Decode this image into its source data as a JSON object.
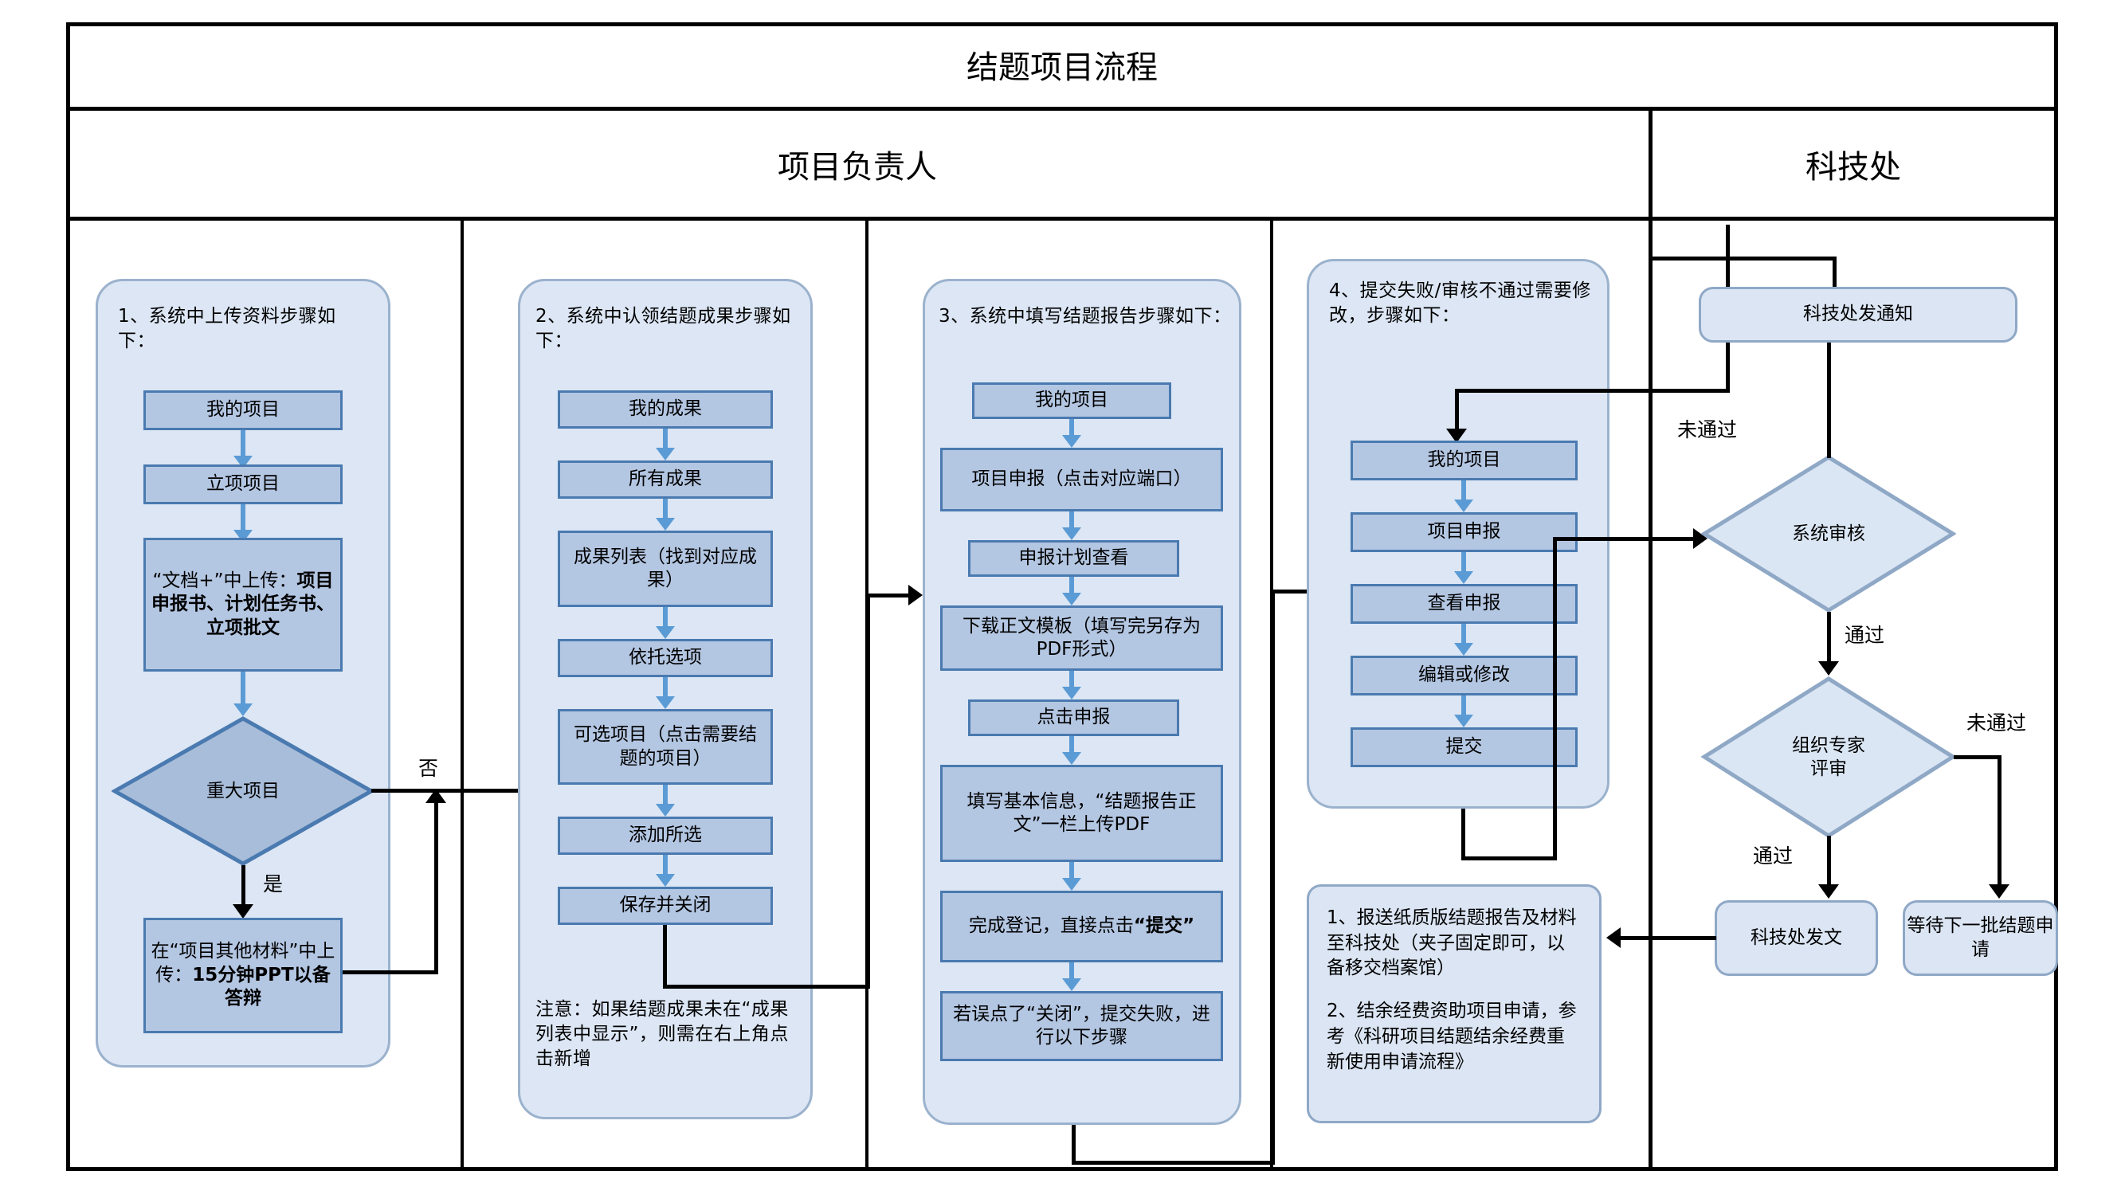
{
  "document": {
    "title": "结题项目流程"
  },
  "lanes": [
    {
      "id": "lane-owner",
      "title": "项目负责人"
    },
    {
      "id": "lane-office",
      "title": "科技处"
    }
  ],
  "groups": [
    {
      "id": "group-1",
      "heading": "1、系统中上传资料步骤如下：",
      "steps": [
        {
          "text": "我的项目"
        },
        {
          "text": "立项项目"
        },
        {
          "text": "“文档+”中上传：项目申报书、计划任务书、立项批文"
        }
      ],
      "decision": {
        "text": "重大项目",
        "yes": "是",
        "no": "否"
      },
      "final": {
        "text": "在“项目其他材料”中上传：15分钟PPT以备答辩"
      }
    },
    {
      "id": "group-2",
      "heading": "2、系统中认领结题成果步骤如下：",
      "steps": [
        {
          "text": "我的成果"
        },
        {
          "text": "所有成果"
        },
        {
          "text": "成果列表（找到对应成果）"
        },
        {
          "text": "依托选项"
        },
        {
          "text": "可选项目（点击需要结题的项目）"
        },
        {
          "text": "添加所选"
        },
        {
          "text": "保存并关闭"
        }
      ],
      "note": "注意：如果结题成果未在“成果列表中显示”，则需在右上角点击新增"
    },
    {
      "id": "group-3",
      "heading": "3、系统中填写结题报告步骤如下：",
      "steps": [
        {
          "text": "我的项目"
        },
        {
          "text": "项目申报（点击对应端口）"
        },
        {
          "text": "申报计划查看"
        },
        {
          "text": "下载正文模板（填写完另存为PDF形式）"
        },
        {
          "text": "点击申报"
        },
        {
          "text": "填写基本信息，“结题报告正文”一栏上传PDF"
        },
        {
          "text": "完成登记，直接点击“提交”"
        },
        {
          "text": "若误点了“关闭”，提交失败，进行以下步骤"
        }
      ]
    },
    {
      "id": "group-4",
      "heading": "4、提交失败/审核不通过需要修改，步骤如下：",
      "steps": [
        {
          "text": "我的项目"
        },
        {
          "text": "项目申报"
        },
        {
          "text": "查看申报"
        },
        {
          "text": "编辑或修改"
        },
        {
          "text": "提交"
        }
      ]
    }
  ],
  "final_notes": {
    "id": "group-final-notes",
    "text": "1、报送纸质版结题报告及材料至科技处（夹子固定即可，以备移交档案馆）\n\n2、结余经费资助项目申请，参考《科研项目结题结余经费重新使用申请流程》",
    "line1": "1、报送纸质版结题报告及材料至科技处（夹子固定即可，以备移交档案馆）",
    "line2": "2、结余经费资助项目申请，参考《科研项目结题结余经费重新使用申请流程》"
  },
  "office_lane": {
    "notice_box": "科技处发通知",
    "decisions": [
      {
        "id": "decision-system-review",
        "text": "系统审核",
        "pass": "通过",
        "fail": "未通过"
      },
      {
        "id": "decision-expert-review",
        "text": "组织专家评审",
        "pass": "通过",
        "fail": "未通过"
      }
    ],
    "outcomes": [
      {
        "id": "outcome-publish",
        "text": "科技处发文"
      },
      {
        "id": "outcome-wait",
        "text": "等待下一批结题申请"
      }
    ]
  },
  "colors": {
    "group_fill": "#dce6f4",
    "group_border": "#9bb2cd",
    "process_fill": "#b3c6e2",
    "process_border": "#4a7ab0",
    "rounded_fill": "#dbe5f3",
    "rounded_border": "#8fa8c6",
    "diamond_fill_dark": "#a8bdd9",
    "diamond_fill_light": "#dbe6f4",
    "connector_blue": "#5b9bd5",
    "connector_black": "#000000",
    "frame": "#000000"
  }
}
